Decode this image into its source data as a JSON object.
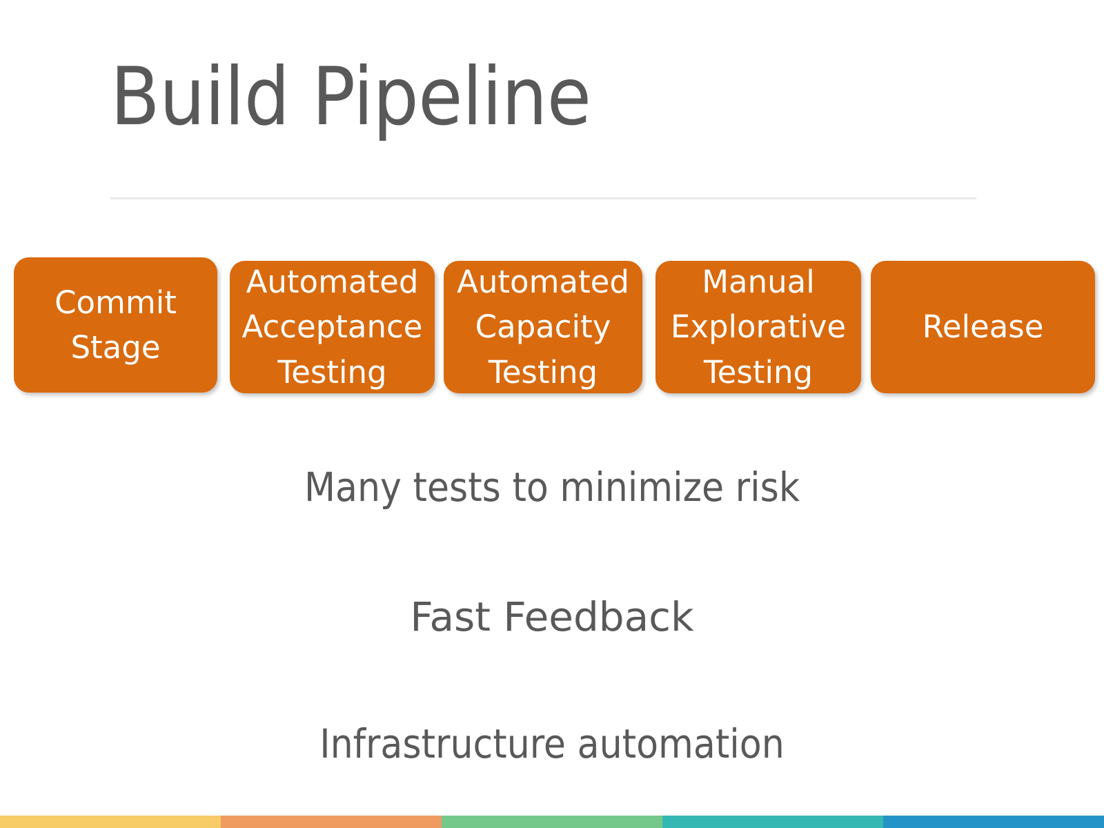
{
  "slide": {
    "title": "Build Pipeline",
    "background_color": "#FFFFFF",
    "title_color": "#595959",
    "divider_color": "#E8E8E8"
  },
  "pipeline": {
    "accent_color": "#D96A0E",
    "text_color": "#FFFFFF",
    "stages": [
      {
        "label": "Commit\nStage",
        "line1": "Commit",
        "line2": "Stage",
        "line3": ""
      },
      {
        "label": "Automated Acceptance Testing",
        "line1": "Automated",
        "line2": "Acceptance",
        "line3": "Testing"
      },
      {
        "label": "Automated Capacity Testing",
        "line1": "Automated",
        "line2": "Capacity",
        "line3": "Testing"
      },
      {
        "label": "Manual Explorative Testing",
        "line1": "Manual",
        "line2": "Explorative",
        "line3": "Testing"
      },
      {
        "label": "Release",
        "line1": "Release",
        "line2": "",
        "line3": ""
      }
    ]
  },
  "bullets": [
    "Many tests to minimize risk",
    "Fast Feedback",
    "Infrastructure automation"
  ],
  "colorbar": {
    "segments": [
      "#F7CB66",
      "#EF9B60",
      "#74C98A",
      "#35B7B4",
      "#2494C8"
    ]
  }
}
